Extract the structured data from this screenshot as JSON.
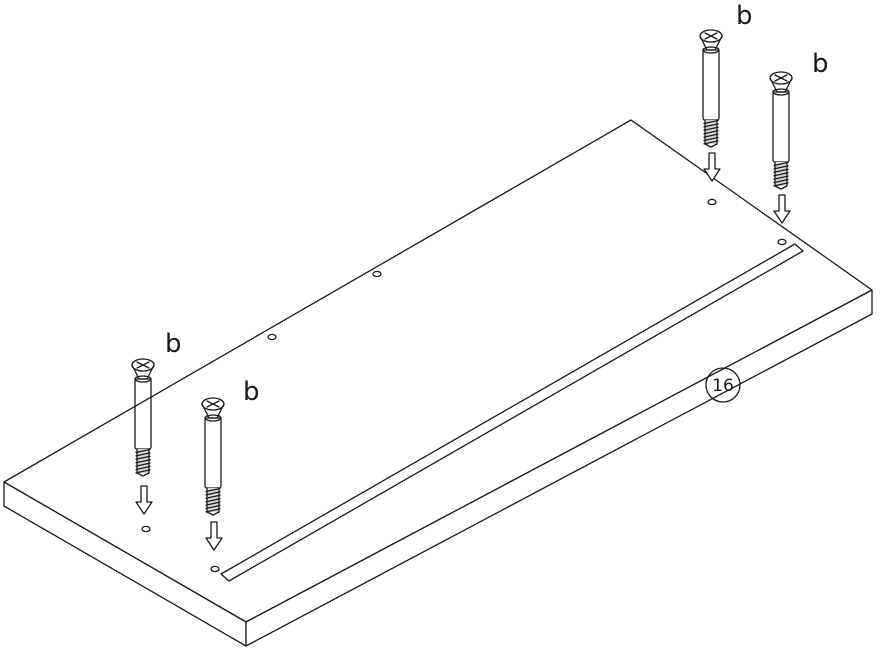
{
  "fastener_label": "b",
  "part_number": "16",
  "colors": {
    "line": "#1a1a1a",
    "background": "#ffffff",
    "dowel_shade": "#d8d8d8"
  },
  "icons": {
    "fastener": "cam-dowel-icon",
    "direction": "down-arrow-icon"
  },
  "fasteners": [
    {
      "id": "front-left",
      "label": "b"
    },
    {
      "id": "front-right",
      "label": "b"
    },
    {
      "id": "back-left",
      "label": "b"
    },
    {
      "id": "back-right",
      "label": "b"
    }
  ]
}
